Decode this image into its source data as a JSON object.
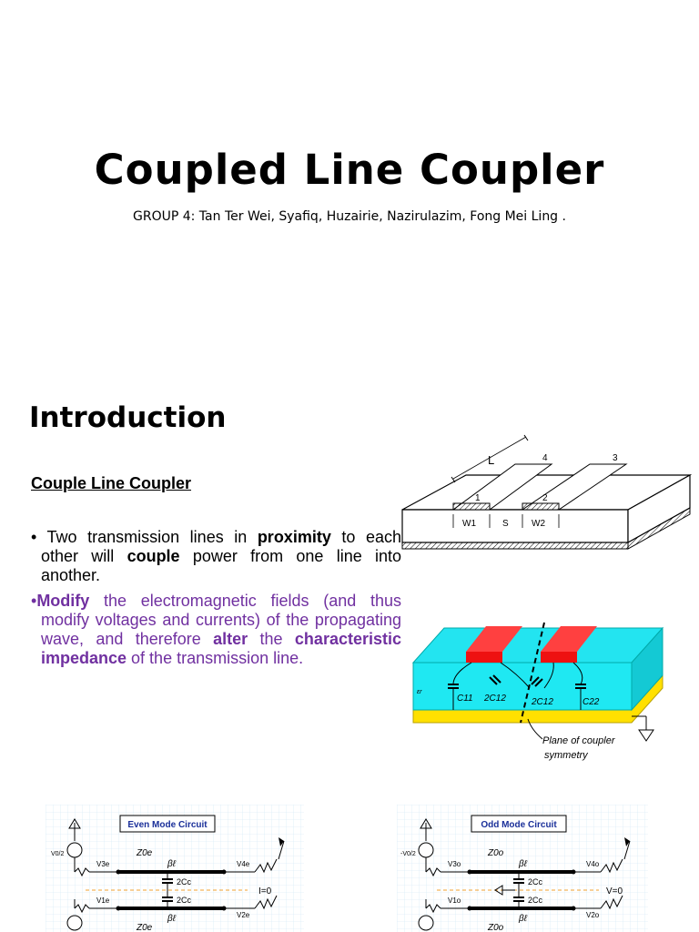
{
  "title": "Coupled Line Coupler",
  "subtitle": "GROUP 4: Tan Ter Wei, Syafiq, Huzairie, Nazirulazim, Fong Mei Ling .",
  "intro": {
    "heading": "Introduction",
    "subheading": "Couple Line Coupler",
    "bullet1": {
      "marker": "•",
      "t1": " Two transmission lines in ",
      "b1": "proximity",
      "t2": " to each other will ",
      "b2": "couple",
      "t3": "      power from one line into another."
    },
    "bullet2": {
      "marker": "•",
      "b1": "Modify",
      "t1": " the electromagnetic fields (and thus modify voltages and currents) of the propagating wave,  and therefore ",
      "b2": "alter",
      "t2": " the ",
      "b3": "characteristic",
      "t3": "      ",
      "b4": "impedance",
      "t4": "       of       the transmission line."
    }
  },
  "fig_geometry": {
    "dim_l": "L",
    "port1": "1",
    "port2": "2",
    "port3": "3",
    "port4": "4",
    "w1": "W1",
    "s": "S",
    "w2": "W2"
  },
  "fig_capacitance": {
    "er": "εr",
    "c11": "C11",
    "c12a": "2C12",
    "c12b": "2C12",
    "c22": "C22",
    "plane_line1": "Plane of coupler",
    "plane_line2": "symmetry"
  },
  "fig_even": {
    "label": "Even Mode Circuit",
    "z0": "Z0e",
    "bl_top": "βℓ",
    "bl_bot": "βℓ",
    "cap_top": "2Cc",
    "cap_bot": "2Cc",
    "cond": "I=0",
    "src": "V0/2",
    "v3": "V3e",
    "v4": "V4e",
    "v1": "V1e",
    "v2": "V2e",
    "z0b": "Z0e"
  },
  "fig_odd": {
    "label": "Odd Mode Circuit",
    "z0": "Z0o",
    "bl_top": "βℓ",
    "bl_bot": "βℓ",
    "cap_top": "2Cc",
    "cap_bot": "2Cc",
    "cond": "V=0",
    "src": "-V0/2",
    "v3": "V3o",
    "v4": "V4o",
    "v1": "V1o",
    "v2": "V2o",
    "z0b": "Z0o"
  },
  "colors": {
    "purple": "#7030a0",
    "cyan": "#1fe8f2",
    "red": "#ee1111",
    "yellow": "#ffe000",
    "mode_label_blue": "#1a2f99"
  }
}
